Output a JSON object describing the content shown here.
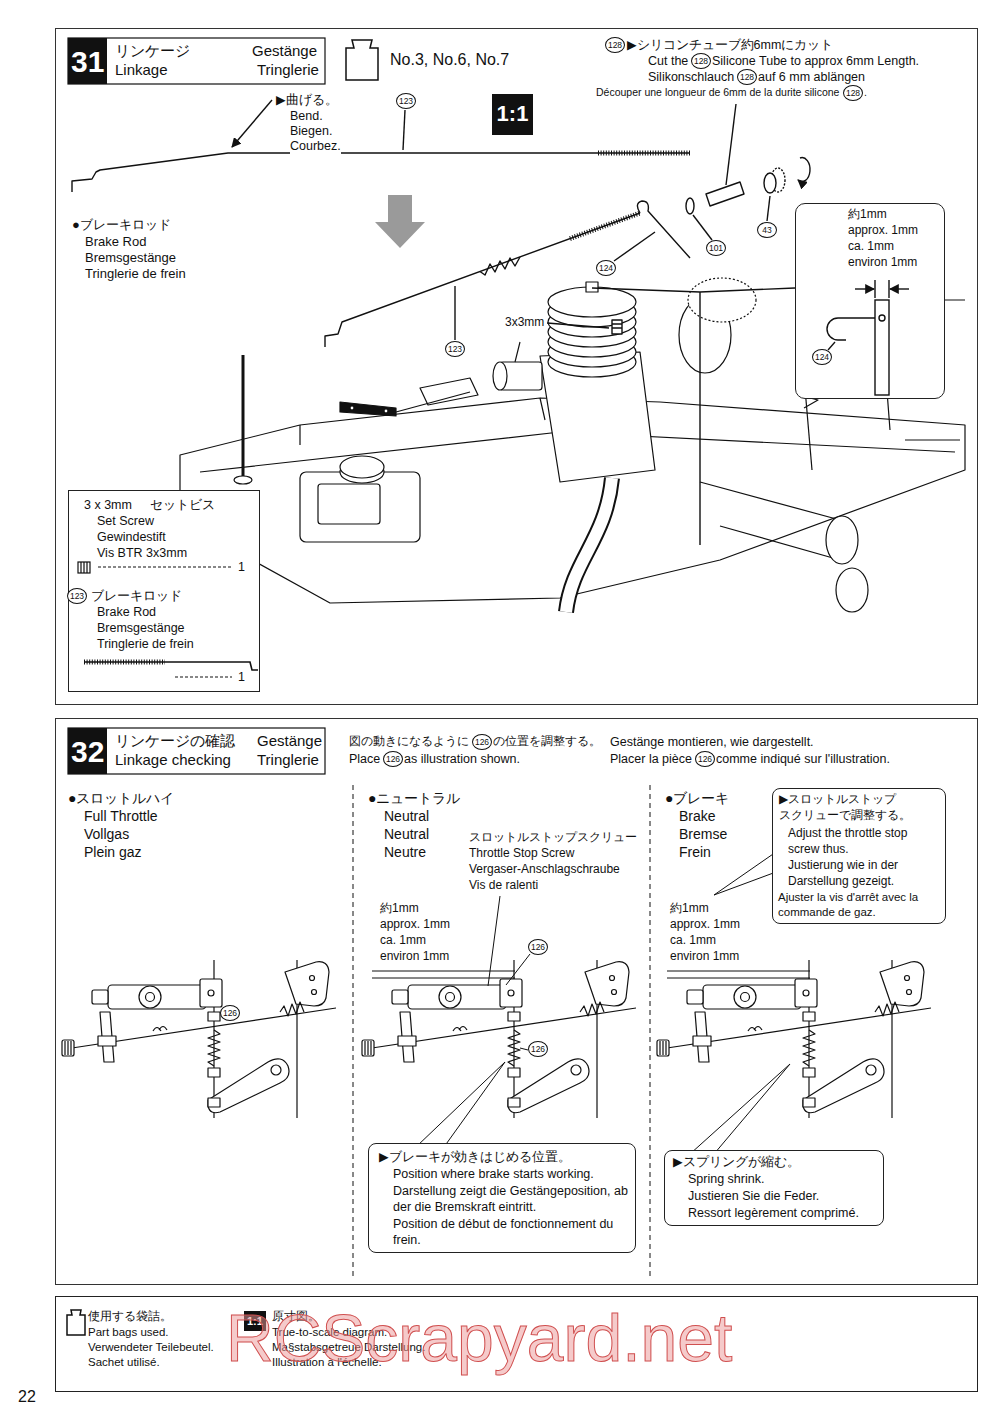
{
  "diagram": {
    "nodes": [
      {
        "text": [
          "リンケージ",
          "Gestänge",
          "Linkage",
          "Tringlerie"
        ]
      },
      {
        "text": [
          "31"
        ],
        "in": 0
      },
      {
        "text": [
          "1:1"
        ],
        "in": 0
      },
      {
        "text": [
          "約1mm",
          "approx. 1mm",
          "ca. 1mm",
          "environ 1mm",
          "124"
        ],
        "in": 0
      },
      {
        "text": [
          "3 x 3mm",
          "セットビス",
          "Set Screw",
          "Gewindestift",
          "Vis BTR 3x3mm",
          "1",
          "123",
          "ブレーキロッド",
          "Brake Rod",
          "Bremsgestänge",
          "Tringlerie de frein",
          "1"
        ],
        "in": 0
      },
      {
        "text": [
          "リンケージの確認",
          "Gestänge",
          "Linkage checking",
          "Tringlerie"
        ]
      },
      {
        "text": [
          "32"
        ],
        "in": 5
      },
      {
        "text": [
          "▶スロットルストップ スクリューで調整する。",
          "Adjust the throttle stop screw thus.",
          "Justierung wie in der Darstellung gezeigt.",
          "Ajuster la vis d'arrêt avec la commande de gaz."
        ],
        "in": 5
      },
      {
        "text": [
          "▶ブレーキが効きはじめる位置。",
          "Position where brake starts working.",
          "Darstellung zeigt die Gestängeposition, ab der die Bremskraft eintritt.",
          "Position de début de fonctionnement du frein."
        ],
        "in": 5
      },
      {
        "text": [
          "▶スプリングが縮む。",
          "Spring shrink.",
          "Justieren Sie die Feder.",
          "Ressort legèrement comprimé."
        ],
        "in": 5
      },
      {
        "text": [
          "使用する袋詰。",
          "Part bags used.",
          "Verwendeter Teilebeutel.",
          "Sachet utilisé.",
          "原寸図。",
          "True-to-scale diagram.",
          "Ma§stabsgetreue Darstellung.",
          "Illustration à l'échelle."
        ]
      },
      {
        "text": [
          "1:1"
        ],
        "in": 10
      }
    ],
    "labels": [
      "▶曲げる。",
      "Bend.",
      "Biegen.",
      "Courbez.",
      "No.3, No.6, No.7",
      "123",
      "128",
      "▶シリコンチューブ約6mmにカット",
      "Cut the",
      "128",
      "Silicone Tube to approx 6mm Length.",
      "Silikonschlauch",
      "128",
      "auf 6 mm ablängen",
      "Découper une longueur de 6mm de la durite silicone",
      "128",
      ".",
      "●ブレーキロッド",
      "Brake Rod",
      "Bremsgestänge",
      "Tringlerie de frein",
      "123",
      "124",
      "101",
      "43",
      "3x3mm",
      "図の動きになるように",
      "126",
      "の位置を調整する。",
      "Place",
      "126",
      "as illustration shown.",
      "Gestänge montieren, wie dargestellt.",
      "Placer la pièce",
      "126",
      "comme indiqué sur l'illustration.",
      "●スロットルハイ",
      "Full Throttle",
      "Vollgas",
      "Plein gaz",
      "126",
      "●ニュートラル",
      "Neutral",
      "Neutral",
      "Neutre",
      "スロットルストップスクリュー",
      "Throttle Stop Screw",
      "Vergaser-Anschlagschraube",
      "Vis de ralenti",
      "約1mm",
      "approx. 1mm",
      "ca. 1mm",
      "environ 1mm",
      "126",
      "126",
      "●ブレーキ",
      "Brake",
      "Bremse",
      "Frein",
      "約1mm",
      "approx. 1mm",
      "ca. 1mm",
      "environ 1mm",
      "22",
      "RCScrapyard.net"
    ]
  }
}
